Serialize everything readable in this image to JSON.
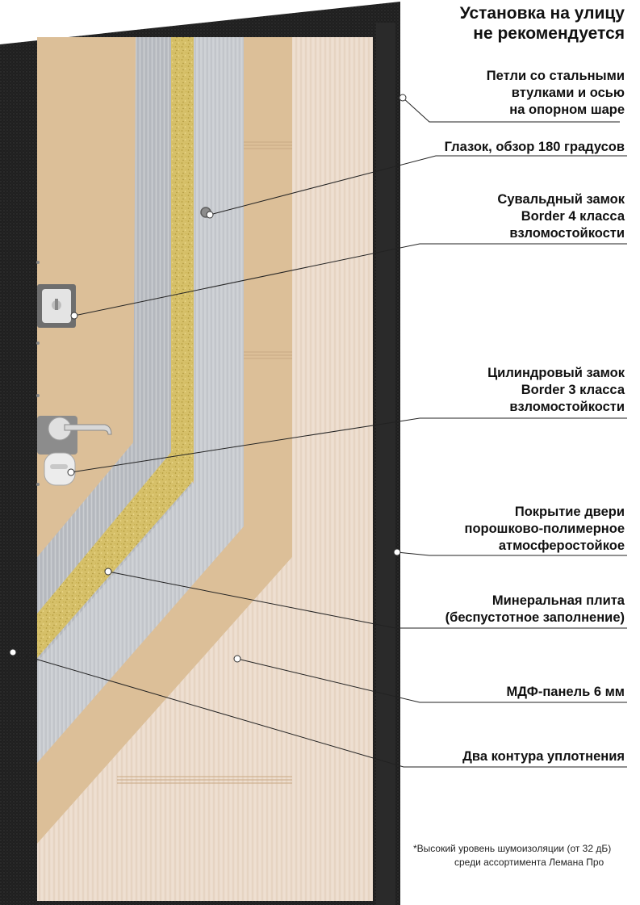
{
  "heading": {
    "line1": "Установка на улицу",
    "line2": "не рекомендуется"
  },
  "callouts": {
    "hinges": [
      "Петли со стальными",
      "втулками и осью",
      "на опорном шаре"
    ],
    "peephole": [
      "Глазок, обзор 180 градусов"
    ],
    "lever_lock": [
      "Сувальдный замок",
      "Border 4 класса",
      "взломостойкости"
    ],
    "cylinder_lock": [
      "Цилиндровый замок",
      "Border 3 класса",
      "взломостойкости"
    ],
    "coating": [
      "Покрытие двери",
      "порошково-полимерное",
      "атмосферостойкое"
    ],
    "mineral_board": [
      "Минеральная плита",
      "(беспустотное заполнение)"
    ],
    "mdf_panel": [
      "МДФ-панель 6 мм"
    ],
    "seals": [
      "Два контура уплотнения"
    ]
  },
  "footnote": {
    "line1": "*Высокий уровень шумоизоляции (от 32 дБ)",
    "line2": "среди ассортимента Лемана Про"
  },
  "colors": {
    "frame": "#1e1e1e",
    "light_wood": "#ecdccd",
    "tan_mdf": "#dcbf98",
    "steel": "#b9bcc1",
    "mineral": "#d8c46a",
    "text": "#111111",
    "line": "#222222"
  }
}
